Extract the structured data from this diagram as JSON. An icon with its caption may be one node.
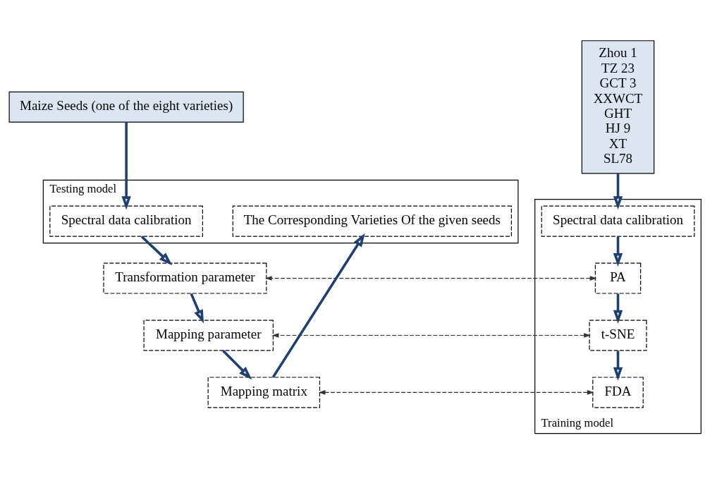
{
  "diagram": {
    "nodes": [
      {
        "text": [
          "Maize Seeds (one of the eight varieties)"
        ]
      },
      {
        "text": [
          "Testing model"
        ]
      },
      {
        "text": [
          "Spectral data calibration"
        ],
        "in": 1
      },
      {
        "text": [
          "Zhou 1",
          "TZ 23",
          "GCT 3",
          "XXWCT",
          "GHT",
          "HJ 9",
          "XT",
          "SL78"
        ]
      },
      {
        "text": [
          "Training model"
        ]
      },
      {
        "text": [
          "Spectral data calibration"
        ],
        "in": 4
      },
      {
        "text": [
          "PA"
        ],
        "in": 4
      },
      {
        "text": [
          "Transformation parameter"
        ]
      },
      {
        "text": [
          "t-SNE"
        ],
        "in": 4
      },
      {
        "text": [
          "Mapping parameter"
        ]
      },
      {
        "text": [
          "FDA"
        ],
        "in": 4
      },
      {
        "text": [
          "Mapping matrix"
        ]
      },
      {
        "text": [
          "The Corresponding Varieties Of the given seeds"
        ],
        "in": 1
      }
    ],
    "edges": [
      {
        "from": 0,
        "to": 2,
        "arrow": "to"
      },
      {
        "from": 2,
        "to": 7,
        "arrow": "to"
      },
      {
        "from": 3,
        "to": 5,
        "arrow": "to"
      },
      {
        "from": 5,
        "to": 6,
        "arrow": "to"
      },
      {
        "from": 6,
        "to": 7,
        "arrow": "both",
        "style": "dashed"
      },
      {
        "from": 6,
        "to": 8,
        "arrow": "to"
      },
      {
        "from": 7,
        "to": 9,
        "arrow": "to"
      },
      {
        "from": 8,
        "to": 9,
        "arrow": "both",
        "style": "dashed"
      },
      {
        "from": 8,
        "to": 10,
        "arrow": "to"
      },
      {
        "from": 9,
        "to": 11,
        "arrow": "to"
      },
      {
        "from": 10,
        "to": 11,
        "arrow": "both",
        "style": "dashed"
      },
      {
        "from": 11,
        "to": 12,
        "arrow": "to"
      }
    ]
  }
}
